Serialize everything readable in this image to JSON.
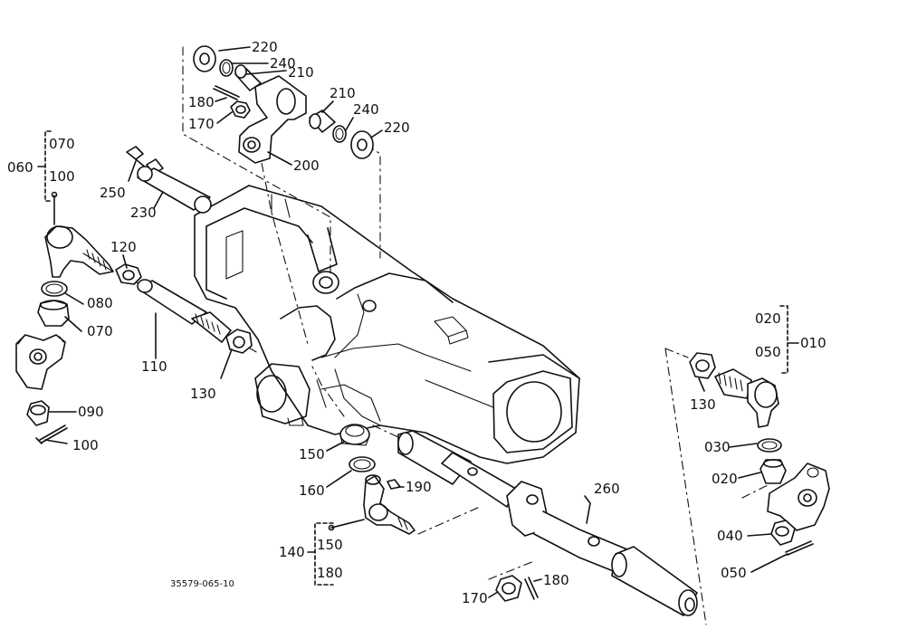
{
  "figure": {
    "drawing_code": "35579-065-10"
  },
  "labels": {
    "p220a": "220",
    "p240a": "240",
    "p210a": "210",
    "p180a": "180",
    "p170a": "170",
    "p210b": "210",
    "p240b": "240",
    "p220b": "220",
    "p200": "200",
    "p250": "250",
    "p230": "230",
    "p060": "060",
    "p070a": "070",
    "p100a": "100",
    "p120": "120",
    "p080": "080",
    "p070b": "070",
    "p110": "110",
    "p130a": "130",
    "p090": "090",
    "p100b": "100",
    "p150a": "150",
    "p160": "160",
    "p190": "190",
    "p140": "140",
    "p150b": "150",
    "p180b": "180",
    "p260": "260",
    "p170b": "170",
    "p180c": "180",
    "p020a": "020",
    "p050a": "050",
    "p010": "010",
    "p130b": "130",
    "p030": "030",
    "p020b": "020",
    "p040": "040",
    "p050b": "050"
  }
}
